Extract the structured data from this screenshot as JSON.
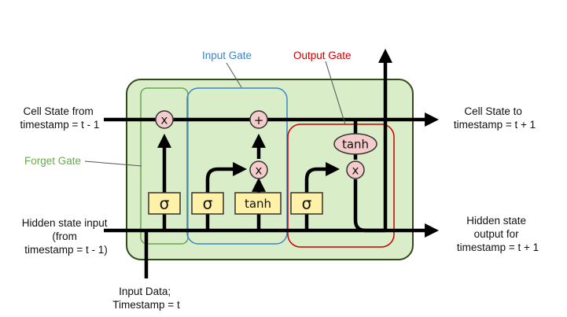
{
  "labels": {
    "cell_state_from": [
      "Cell State from",
      "timestamp = t - 1"
    ],
    "cell_state_to": [
      "Cell State to",
      "timestamp = t + 1"
    ],
    "hidden_input": [
      "Hidden state input",
      "(from",
      "timestamp =  t - 1)"
    ],
    "hidden_output": [
      "Hidden state",
      "output for",
      "timestamp = t + 1"
    ],
    "input_data": [
      "Input Data;",
      "Timestamp = t"
    ],
    "forget_gate": "Forget Gate",
    "input_gate": "Input Gate",
    "output_gate": "Output Gate"
  },
  "symbols": {
    "sigma": "σ",
    "tanh": "tanh",
    "multiply": "x",
    "add": "+"
  },
  "colors": {
    "cell_fill": "#d8edc8",
    "cell_border": "#2f4a1c",
    "forget_gate": "#6aa84f",
    "input_gate": "#3d85c6",
    "output_gate": "#cc0000",
    "op_fill": "#f4cccc",
    "box_fill": "#fff2a8"
  }
}
